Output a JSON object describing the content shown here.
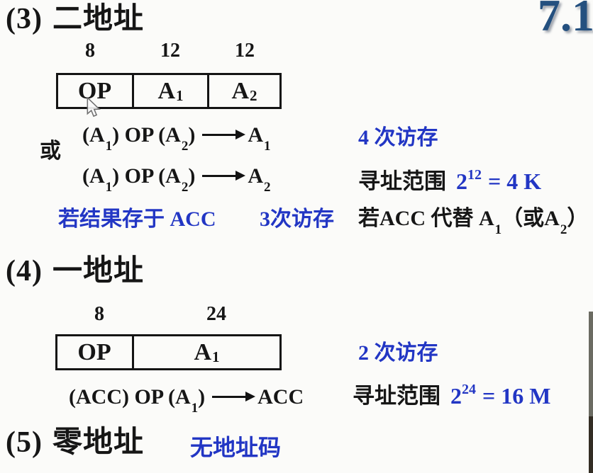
{
  "colors": {
    "blue": "#2236c4",
    "ink": "#161616",
    "corner": "#24507f"
  },
  "corner": {
    "label": "7.1"
  },
  "icons": {
    "cursor": "mouse-arrow-pointer"
  },
  "sec3": {
    "num": "(3)",
    "title": "二地址",
    "bits": [
      "8",
      "12",
      "12"
    ],
    "cells": [
      {
        "t": "OP",
        "s": ""
      },
      {
        "t": "A",
        "s": "1"
      },
      {
        "t": "A",
        "s": "2"
      }
    ],
    "or_label": "或",
    "formulas": [
      {
        "p1": "(A",
        "s1": "1",
        "p2": ") OP (A",
        "s2": "2",
        "p3": ")",
        "r": "A",
        "rs": "1"
      },
      {
        "p1": "(A",
        "s1": "1",
        "p2": ") OP (A",
        "s2": "2",
        "p3": ")",
        "r": "A",
        "rs": "2"
      }
    ],
    "access_note": "4 次访存",
    "range_label": "寻址范围",
    "range_base": "2",
    "range_exp": "12",
    "range_eq": "= 4 K",
    "result_note_1": "若结果存于 ACC",
    "result_note_2": "3次访存",
    "acc_note": {
      "p1": "若ACC 代替 A",
      "s1": "1",
      "p2": "（或A",
      "s2": "2",
      "p3": "）"
    }
  },
  "sec4": {
    "num": "(4)",
    "title": "一地址",
    "bits": [
      "8",
      "24"
    ],
    "cells": [
      {
        "t": "OP",
        "s": ""
      },
      {
        "t": "A",
        "s": "1"
      }
    ],
    "formula": {
      "p1": "(ACC) OP (A",
      "s1": "1",
      "p2": ")",
      "r": "ACC",
      "rs": ""
    },
    "access_note": "2 次访存",
    "range_label": "寻址范围",
    "range_base": "2",
    "range_exp": "24",
    "range_eq": "= 16 M"
  },
  "sec5": {
    "num": "(5)",
    "title": "零地址",
    "note": "无地址码"
  }
}
